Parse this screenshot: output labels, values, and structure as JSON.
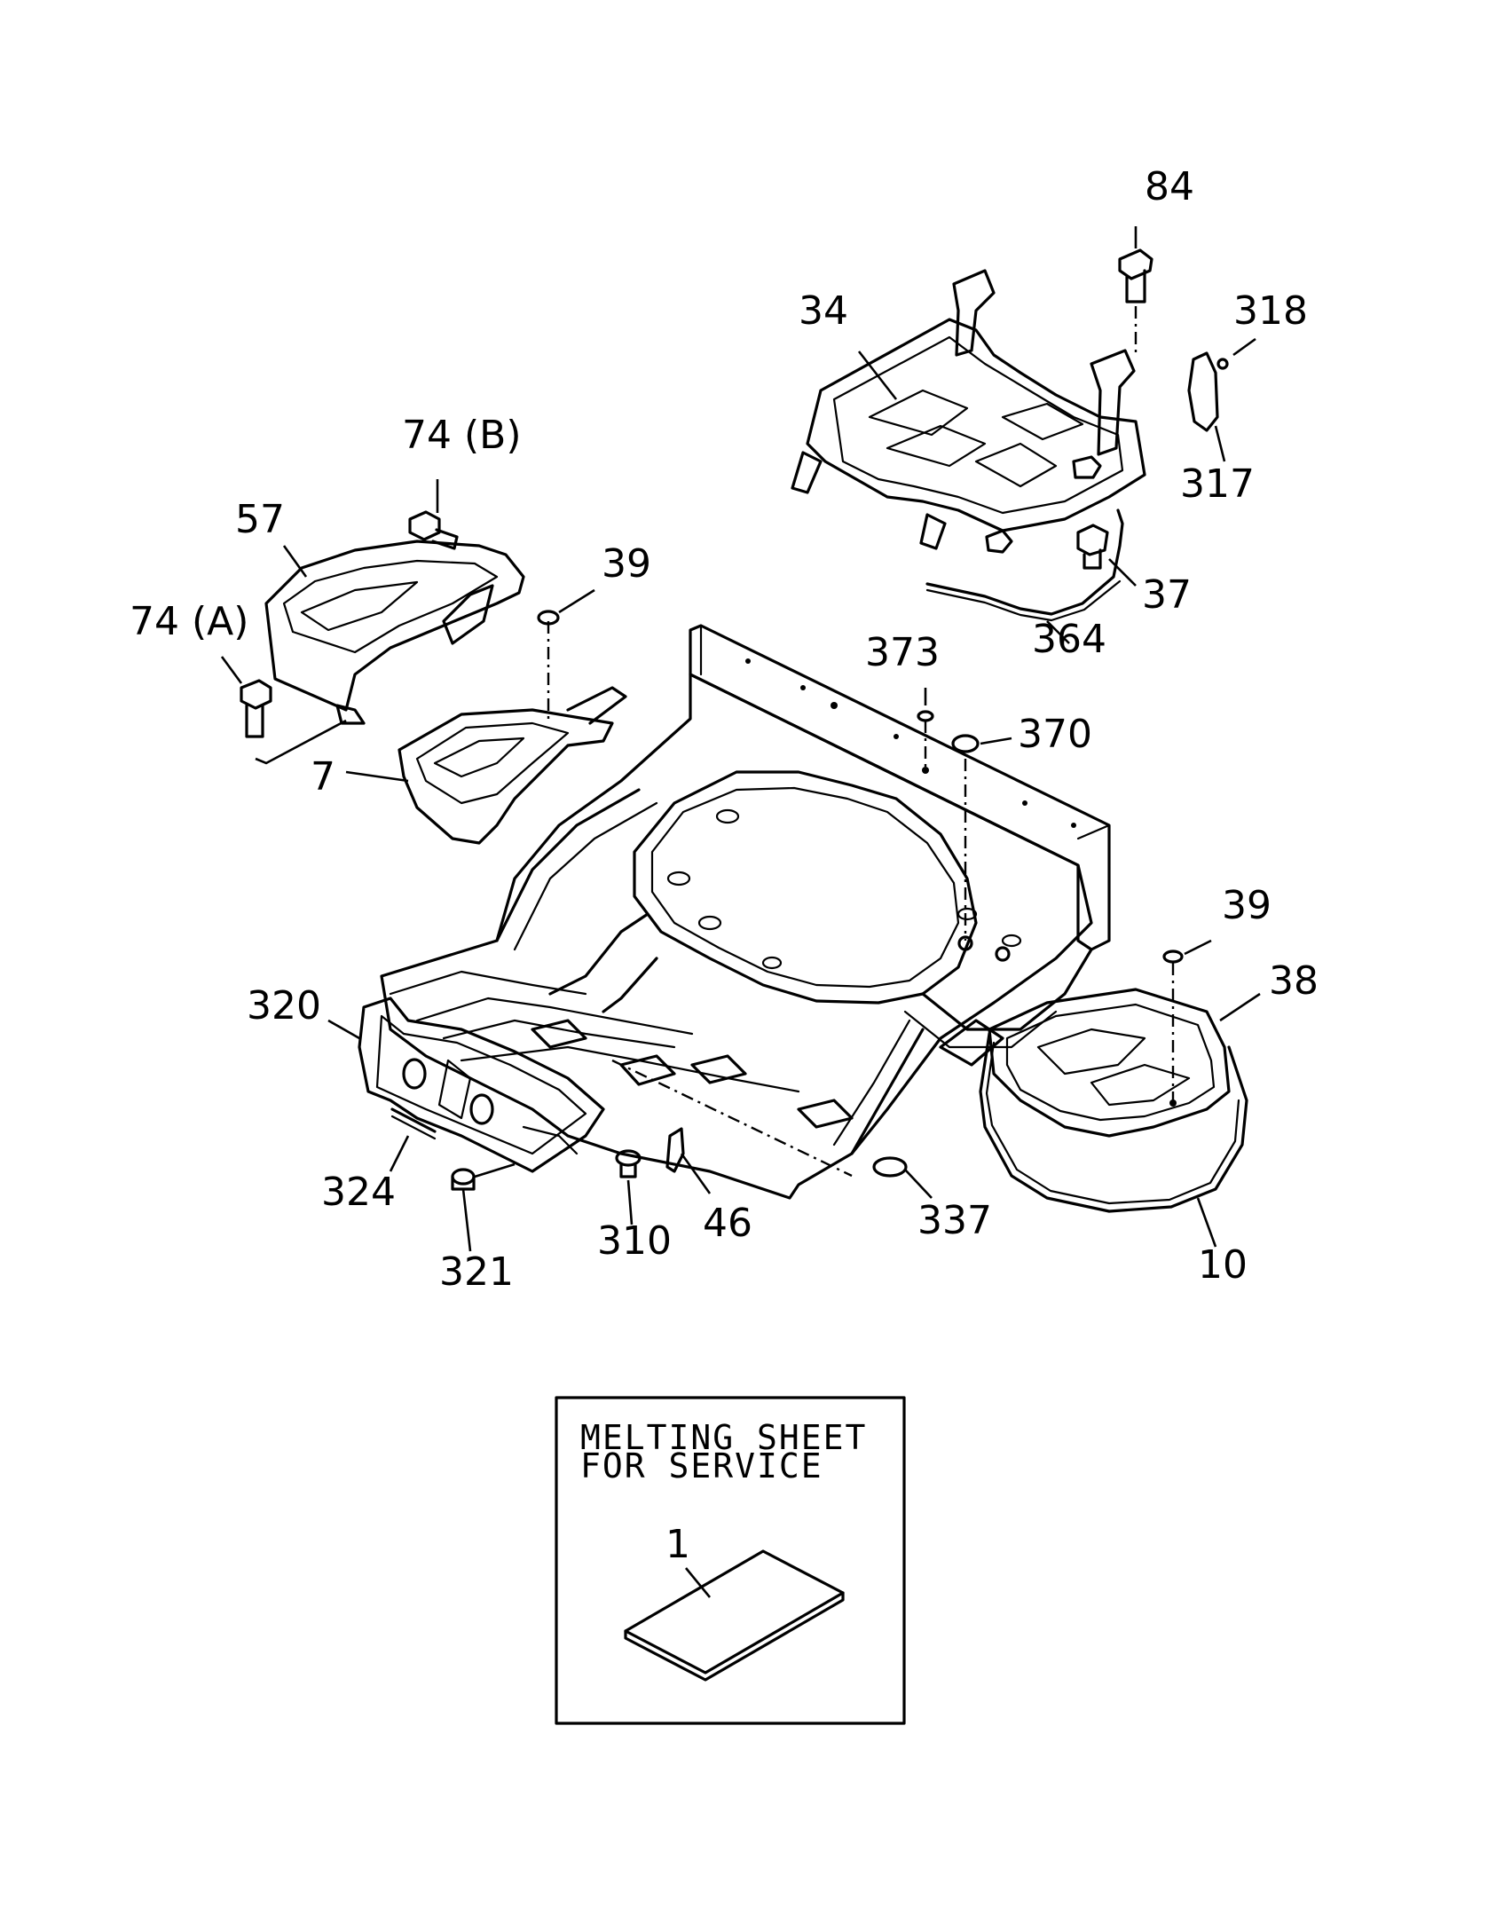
{
  "callouts": {
    "c84": "84",
    "c318": "318",
    "c34": "34",
    "c317": "317",
    "c37": "37",
    "c364": "364",
    "c74b": "74 (B)",
    "c57": "57",
    "c74a": "74 (A)",
    "c39a": "39",
    "c7": "7",
    "c373": "373",
    "c370": "370",
    "c39b": "39",
    "c38": "38",
    "c320": "320",
    "c324": "324",
    "c321": "321",
    "c310": "310",
    "c46": "46",
    "c337": "337",
    "c10": "10",
    "c1": "1"
  },
  "service_box": {
    "line1": "MELTING SHEET",
    "line2": "FOR SERVICE"
  }
}
